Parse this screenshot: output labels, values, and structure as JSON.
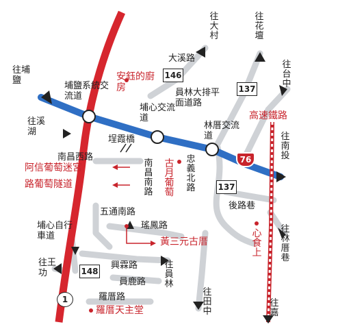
{
  "roads": {
    "dir_buyan": "往埔鹽",
    "dir_xihu": "往溪湖",
    "dir_dacun": "往大村",
    "dir_huatan": "往花壇",
    "dir_taizhong": "往台中",
    "dir_nantou": "往南投",
    "dir_yuanlin_c": "往員林",
    "dir_linchuo": "往林厝巷",
    "dir_wanggong": "往王功",
    "dir_tianzhong": "往田中",
    "dir_jia": "往嘉",
    "buyan_ic": "埔鹽系統交流道",
    "puxin_ic": "埔心交流道",
    "lincuo_ic": "林厝交流道",
    "daxi_rd": "大溪路",
    "yuanlin_rd": "員林大排平面道路",
    "nanchang_w": "南昌西路",
    "dixia_bridge": "埕霞橋",
    "nanchang_s": "南昌南路",
    "zhongyi_n": "忠義北路",
    "wutong_s": "五通南路",
    "yaofeng": "瑤鳳路",
    "houlu_alley": "後路巷",
    "bike_path": "埔心自行車道",
    "xinglin": "興霖路",
    "yuanlu": "員鹿路",
    "luocuo": "羅厝路"
  },
  "shields": {
    "r146": "146",
    "r137a": "137",
    "r137b": "137",
    "r148": "148",
    "r76": "76",
    "r1": "1"
  },
  "poi": {
    "anyu": "安鈺的廚房",
    "hsr": "高速鐵路",
    "axin": "阿信葡萄迷宮",
    "tunnel": "路葡萄隧道",
    "guyue": "古月葡萄",
    "huang": "黃三元古厝",
    "xinshi": "心食上",
    "church": "羅厝天主堂"
  },
  "colors": {
    "freeway": "#d6262e",
    "expressway": "#2f6fc4",
    "local_road": "#cfd2d6",
    "railway": "#c8242c",
    "label": "#c8242c"
  }
}
